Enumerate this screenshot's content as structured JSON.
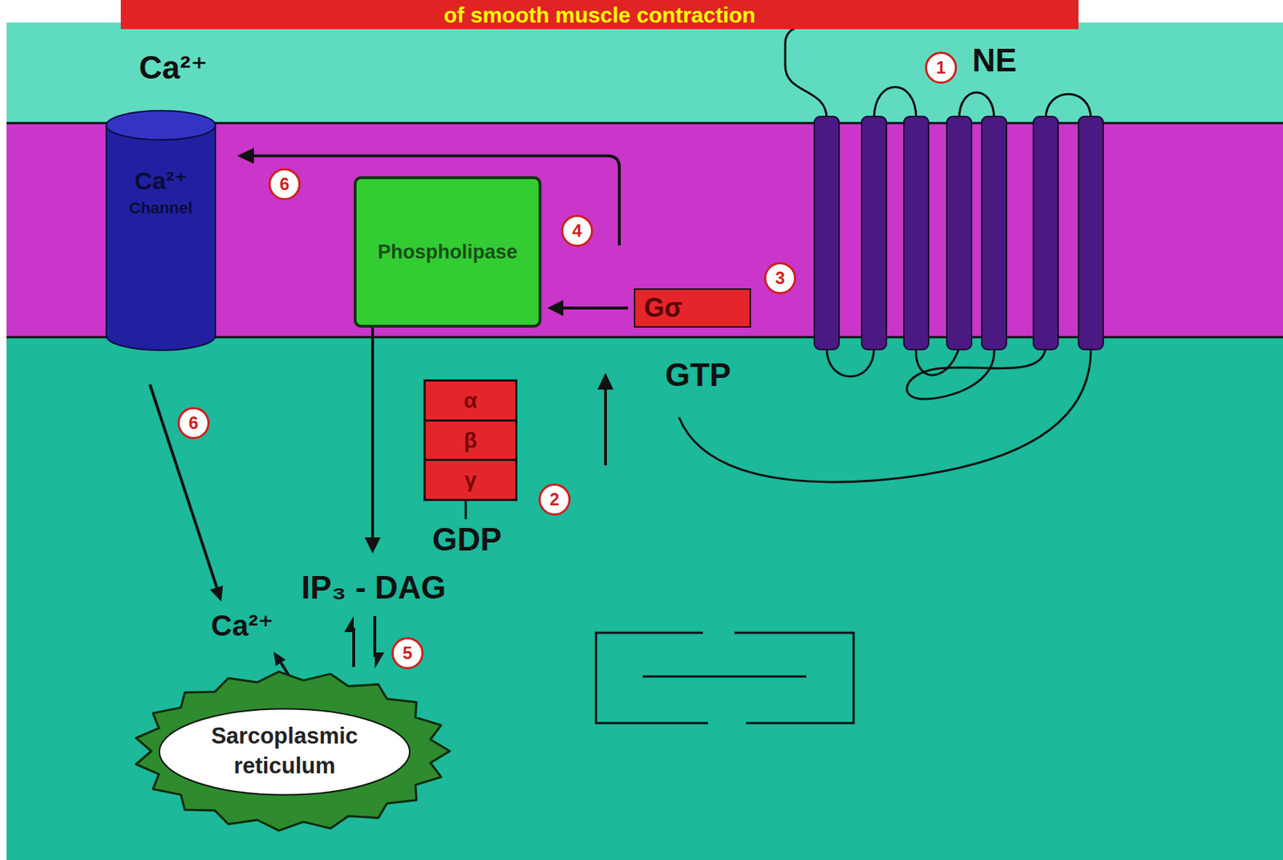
{
  "diagram": {
    "title": "of smooth muscle contraction",
    "nodes": [
      {
        "text": [
          "Ca²⁺",
          "Channel"
        ]
      },
      {
        "text": [
          "Phospholipase"
        ]
      },
      {
        "text": [
          "Gσ"
        ]
      },
      {
        "text": [
          "α",
          "β",
          "γ"
        ]
      },
      {
        "text": [
          "Sarcoplasmic reticulum"
        ]
      }
    ],
    "edges": [
      {
        "from": 2,
        "to": 1,
        "arrow": "to"
      }
    ],
    "labels": [
      "Ca²⁺",
      "1",
      "NE",
      "6",
      "4",
      "3",
      "GTP",
      "6",
      "2",
      "GDP",
      "IP₃ - DAG",
      "Ca²⁺",
      "5"
    ]
  }
}
